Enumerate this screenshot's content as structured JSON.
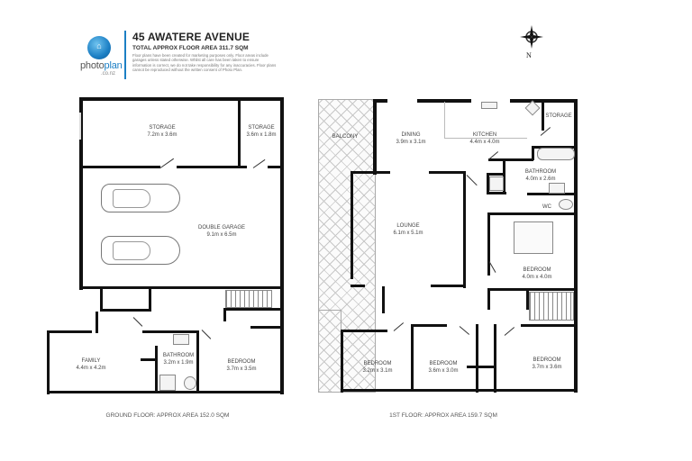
{
  "header": {
    "brand": {
      "name_prefix": "photo",
      "name_accent": "plan",
      "domain": ".co.nz"
    },
    "title": "45 AWATERE AVENUE",
    "subtitle": "TOTAL APPROX FLOOR AREA 311.7 SQM",
    "disclaimer": "Floor plans have been created for marketing purposes only. Floor areas include garages unless stated otherwise. Whilst all care has been taken to ensure information is correct, we do not take responsibility for any inaccuracies. Floor plans cannot be reproduced without the written consent of Photo Plan."
  },
  "compass": {
    "label": "N",
    "icon": "compass-rose-icon"
  },
  "colors": {
    "brand": "#1c7fc4",
    "wall": "#111111",
    "background": "#ffffff"
  },
  "ground_floor": {
    "caption": "GROUND FLOOR: APPROX AREA 152.0 SQM",
    "rooms": [
      {
        "name": "STORAGE",
        "size": "7.2m x 3.6m"
      },
      {
        "name": "STORAGE",
        "size": "3.6m x 1.8m"
      },
      {
        "name": "DOUBLE GARAGE",
        "size": "9.1m x 6.5m"
      },
      {
        "name": "FAMILY",
        "size": "4.4m x 4.2m"
      },
      {
        "name": "BATHROOM",
        "size": "3.2m x 1.9m"
      },
      {
        "name": "BEDROOM",
        "size": "3.7m x 3.5m"
      }
    ]
  },
  "first_floor": {
    "caption": "1ST FLOOR: APPROX AREA 159.7 SQM",
    "rooms": [
      {
        "name": "BALCONY",
        "size": ""
      },
      {
        "name": "DINING",
        "size": "3.9m x 3.1m"
      },
      {
        "name": "KITCHEN",
        "size": "4.4m x 4.0m"
      },
      {
        "name": "STORAGE",
        "size": ""
      },
      {
        "name": "BATHROOM",
        "size": "4.0m x 2.6m"
      },
      {
        "name": "WC",
        "size": ""
      },
      {
        "name": "LOUNGE",
        "size": "6.1m x 5.1m"
      },
      {
        "name": "BEDROOM",
        "size": "4.0m x 4.0m"
      },
      {
        "name": "BEDROOM",
        "size": "3.2m x 3.1m"
      },
      {
        "name": "BEDROOM",
        "size": "3.6m x 3.0m"
      },
      {
        "name": "BEDROOM",
        "size": "3.7m x 3.6m"
      }
    ]
  }
}
